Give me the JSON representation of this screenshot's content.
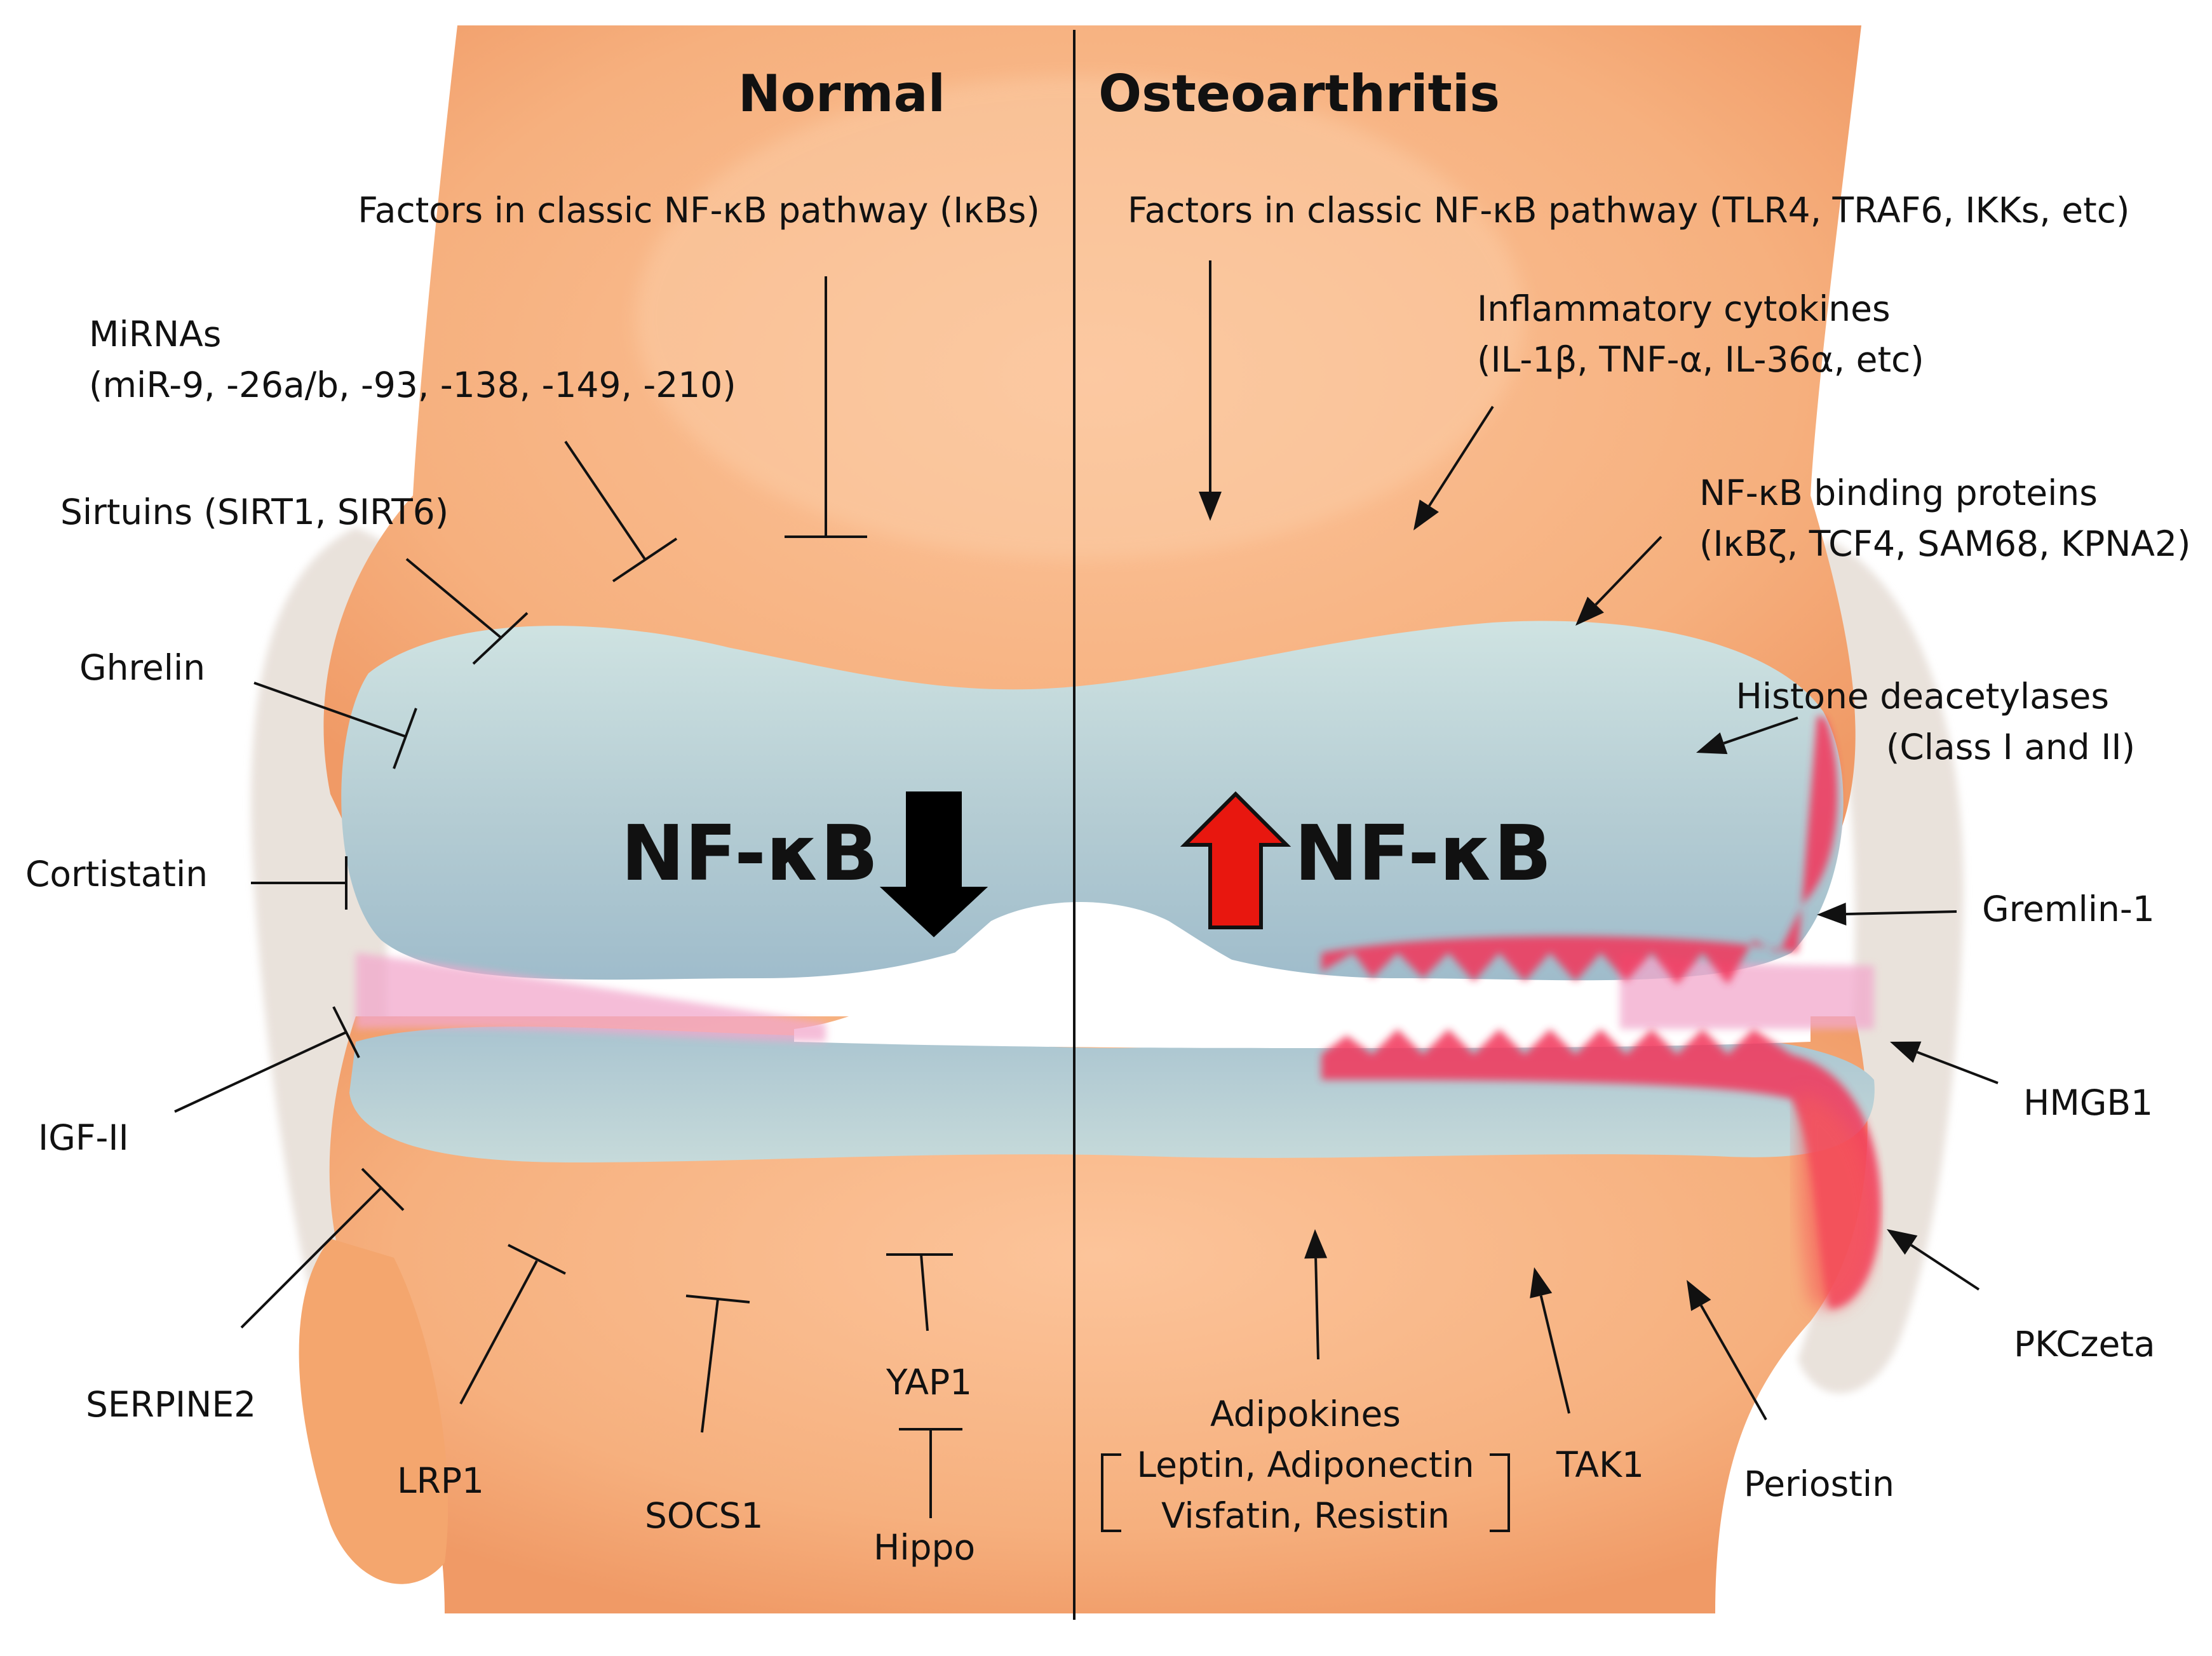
{
  "panels": {
    "normal_title": "Normal",
    "oa_title": "Osteoarthritis"
  },
  "center": {
    "nfkb_left": "NF-κB",
    "nfkb_right": "NF-κB"
  },
  "normal_labels": {
    "classic_pathway": "Factors in classic NF-κB pathway (IκBs)",
    "mirnas_title": "MiRNAs",
    "mirnas_list": "(miR-9, -26a/b, -93, -138, -149, -210)",
    "sirtuins": "Sirtuins (SIRT1, SIRT6)",
    "ghrelin": "Ghrelin",
    "cortistatin": "Cortistatin",
    "igf2": "IGF-II",
    "serpine2": "SERPINE2",
    "lrp1": "LRP1",
    "socs1": "SOCS1",
    "yap1": "YAP1",
    "hippo": "Hippo"
  },
  "oa_labels": {
    "classic_pathway": "Factors in classic NF-κB pathway (TLR4, TRAF6, IKKs, etc)",
    "cytokines_title": "Inflammatory cytokines",
    "cytokines_list": "(IL-1β, TNF-α, IL-36α, etc)",
    "binding_title": "NF-κB binding proteins",
    "binding_list": "(IκBζ, TCF4, SAM68, KPNA2)",
    "hdac_title": "Histone deacetylases",
    "hdac_list": "(Class I and II)",
    "gremlin": "Gremlin-1",
    "hmgb1": "HMGB1",
    "pkczeta": "PKCzeta",
    "periostin": "Periostin",
    "tak1": "TAK1",
    "adipokines_title": "Adipokines",
    "adipokines_line1": "Leptin, Adiponectin",
    "adipokines_line2": "Visfatin, Resistin"
  },
  "colors": {
    "bone": "#F6B07E",
    "bone_light": "#FBCCA6",
    "cartilage": "#B6CFD2",
    "cartilage_edge": "#DCEFF3",
    "synovium": "#E6DDD6",
    "inflamed": "#F2345A",
    "meniscus_pink": "#F2A8CC",
    "arrow_up": "#E8170F",
    "arrow_down": "#000000",
    "ink": "#111111"
  }
}
